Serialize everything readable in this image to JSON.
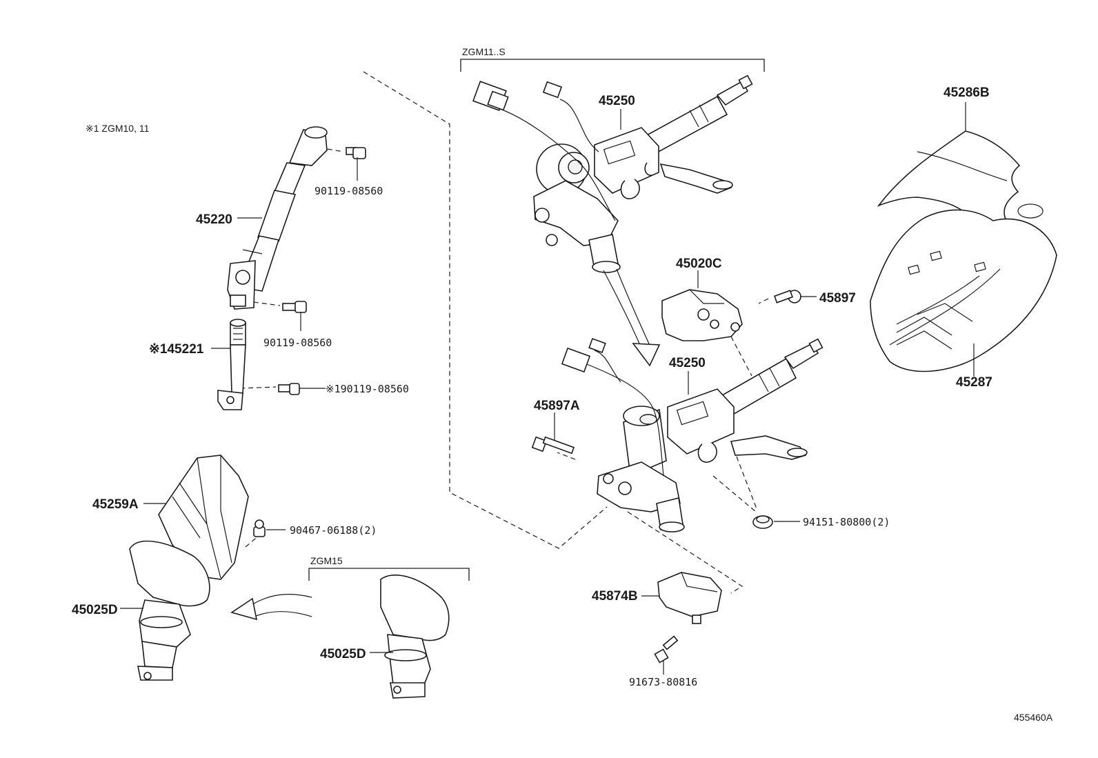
{
  "diagram": {
    "figure_id": "455460A",
    "groups": {
      "zgm11s": "ZGM11..S",
      "zgm15": "ZGM15",
      "note": "※1 ZGM10, 11"
    },
    "parts": {
      "p45250_top": "45250",
      "p45250_bottom": "45250",
      "p45286b": "45286B",
      "p45287": "45287",
      "p45020c": "45020C",
      "p45897": "45897",
      "p45897a": "45897A",
      "p94151": "94151-80800(2)",
      "p45874b": "45874B",
      "p91673": "91673-80816",
      "p45220": "45220",
      "p90119_a": "90119-08560",
      "p90119_b": "90119-08560",
      "p45221": "※145221",
      "p90119_c": "※190119-08560",
      "p45259a": "45259A",
      "p90467": "90467-06188(2)",
      "p45025d_left": "45025D",
      "p45025d_right": "45025D"
    }
  }
}
